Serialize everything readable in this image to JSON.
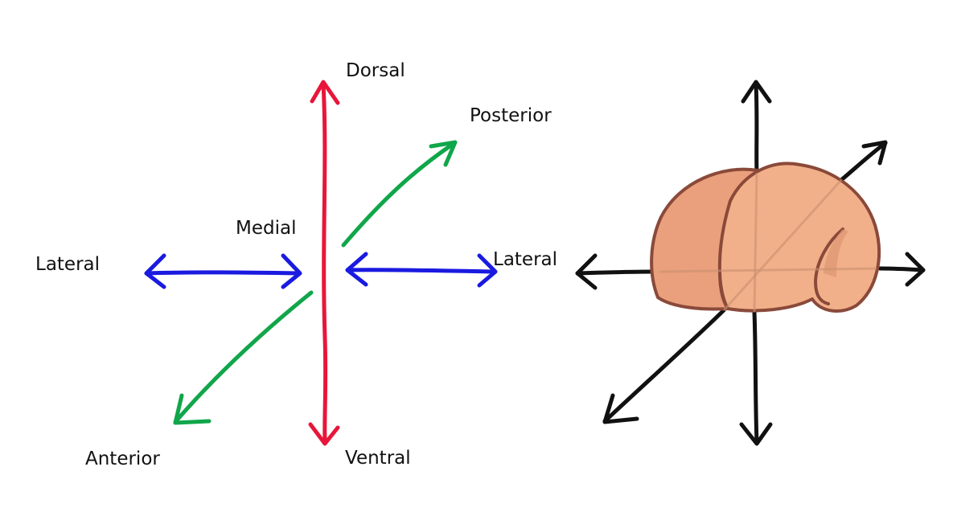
{
  "labels": {
    "dorsal": "Dorsal",
    "ventral": "Ventral",
    "posterior": "Posterior",
    "anterior": "Anterior",
    "medial": "Medial",
    "lateral_left": "Lateral",
    "lateral_right": "Lateral"
  },
  "colors": {
    "dorsal_ventral_axis": "#e8163a",
    "anterior_posterior_axis": "#10a64a",
    "medial_lateral_axis": "#1a1ae0",
    "brain_axes": "#111111",
    "brain_fill": "#f2b08a",
    "brain_outline": "#8a4a3a"
  }
}
